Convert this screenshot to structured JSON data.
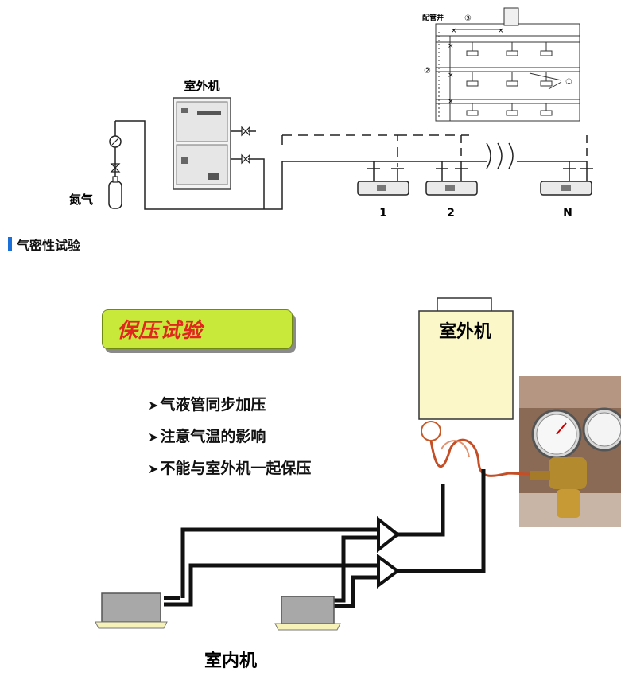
{
  "top_diagram": {
    "outdoor_unit_label": "室外机",
    "nitrogen_label": "氮气",
    "indoor_units": [
      {
        "label": "1"
      },
      {
        "label": "2"
      },
      {
        "label": "N"
      }
    ],
    "inset": {
      "pipe_shaft_label": "配管井",
      "marker_1": "①",
      "marker_2": "②",
      "marker_3": "③"
    }
  },
  "section": {
    "title": "气密性试验",
    "bar_color": "#1a6fd8"
  },
  "lower_diagram": {
    "badge": {
      "text": "保压试验",
      "bg_color": "#c8e83a",
      "text_color": "#e0261e"
    },
    "bullets": [
      {
        "text": "气液管同步加压"
      },
      {
        "text": "注意气温的影响"
      },
      {
        "text": "不能与室外机一起保压"
      }
    ],
    "outdoor_unit_label": "室外机",
    "indoor_unit_label": "室内机",
    "outdoor_box_color": "#fbf7c8"
  }
}
